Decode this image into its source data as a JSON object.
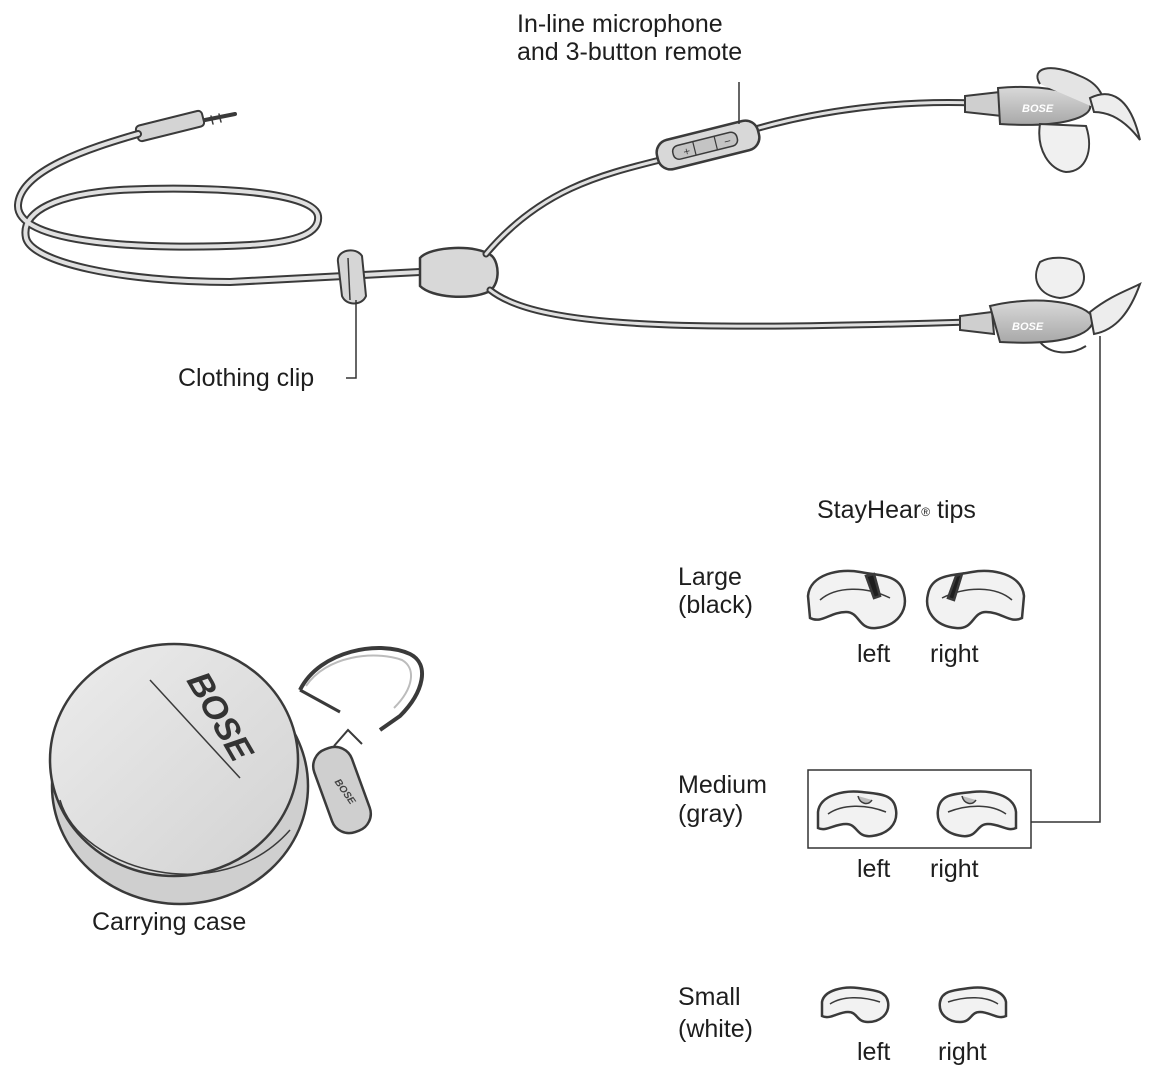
{
  "labels": {
    "remote_line1": "In-line microphone",
    "remote_line2": "and 3-button remote",
    "clip": "Clothing clip",
    "case": "Carrying case",
    "tips_title": "StayHear",
    "tips_title_suffix": " tips",
    "registered_mark": "®"
  },
  "tips": [
    {
      "size_line1": "Large",
      "size_line2": "(black)",
      "left": "left",
      "right": "right"
    },
    {
      "size_line1": "Medium",
      "size_line2": "(gray)",
      "left": "left",
      "right": "right"
    },
    {
      "size_line1": "Small",
      "size_line2": "(white)",
      "left": "left",
      "right": "right"
    }
  ],
  "brand": {
    "logo_text": "BOSE"
  },
  "colors": {
    "outline": "#3a3a3a",
    "fill_light": "#e6e6e6",
    "fill_mid": "#cfcfcf",
    "fill_dark": "#9a9a9a"
  }
}
